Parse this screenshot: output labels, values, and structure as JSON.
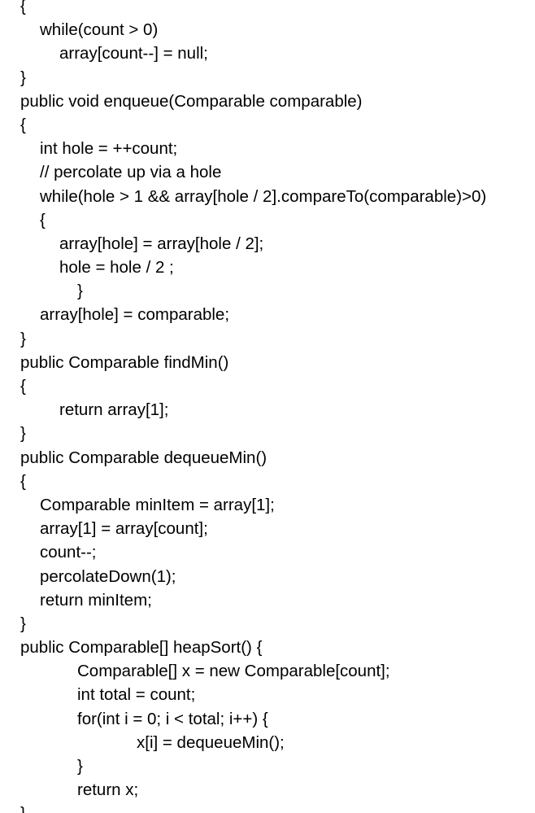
{
  "document": {
    "kind": "source-code-listing",
    "language": "Java",
    "background_color": "#ffffff",
    "text_color": "#000000",
    "lines": [
      {
        "text": "{",
        "indent": 0
      },
      {
        "text": "while(count > 0)",
        "indent": 1
      },
      {
        "text": "array[count--] = null;",
        "indent": 2
      },
      {
        "text": "}",
        "indent": 0
      },
      {
        "text": "public void enqueue(Comparable comparable)",
        "indent": 0
      },
      {
        "text": "{",
        "indent": 0
      },
      {
        "text": "int hole = ++count;",
        "indent": 1
      },
      {
        "text": "// percolate up via a hole",
        "indent": 1
      },
      {
        "text": "while(hole > 1 && array[hole / 2].compareTo(comparable)>0)",
        "indent": 1
      },
      {
        "text": "{",
        "indent": 1
      },
      {
        "text": "array[hole] = array[hole / 2];",
        "indent": 2
      },
      {
        "text": "hole = hole / 2 ;",
        "indent": 2
      },
      {
        "text": "}",
        "indent": 3
      },
      {
        "text": "array[hole] = comparable;",
        "indent": 1
      },
      {
        "text": "}",
        "indent": 0
      },
      {
        "text": "public Comparable findMin()",
        "indent": 0
      },
      {
        "text": "{",
        "indent": 0
      },
      {
        "text": "return array[1];",
        "indent": 2
      },
      {
        "text": "}",
        "indent": 0
      },
      {
        "text": "public Comparable dequeueMin()",
        "indent": 0
      },
      {
        "text": "{",
        "indent": 0
      },
      {
        "text": "Comparable minItem = array[1];",
        "indent": 1
      },
      {
        "text": "array[1] = array[count];",
        "indent": 1
      },
      {
        "text": "count--;",
        "indent": 1
      },
      {
        "text": "percolateDown(1);",
        "indent": 1
      },
      {
        "text": "return minItem;",
        "indent": 1
      },
      {
        "text": "}",
        "indent": 0
      },
      {
        "text": "public Comparable[] heapSort() {",
        "indent": 0
      },
      {
        "text": "Comparable[] x = new Comparable[count];",
        "indent": 3
      },
      {
        "text": "int total = count;",
        "indent": 3
      },
      {
        "text": "for(int i = 0; i < total; i++) {",
        "indent": 3
      },
      {
        "text": "x[i] = dequeueMin();",
        "indent": 4
      },
      {
        "text": "}",
        "indent": 3
      },
      {
        "text": "return x;",
        "indent": 3
      },
      {
        "text": "}",
        "indent": 0
      }
    ]
  }
}
